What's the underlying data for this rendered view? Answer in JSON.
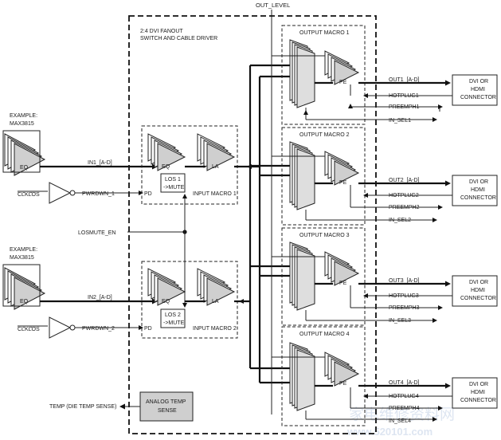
{
  "top": {
    "out_level": "OUT_LEVEL"
  },
  "main_chip": {
    "title_line1": "2:4 DVI FANOUT",
    "title_line2": "SWITCH AND CABLE DRIVER"
  },
  "inputs": [
    {
      "example_line1": "EXAMPLE:",
      "example_line2": "MAX3815",
      "eq": "EQ",
      "clklos": "CLKLOS",
      "signal": "IN1_[A-D]",
      "pwrdown": "PWRDWN_1",
      "pd": "PD",
      "macro_eq": "EQ",
      "macro_la": "LA",
      "los_line1": "LOS 1",
      "los_line2": "->MUTE",
      "macro_label": "INPUT MACRO 1"
    },
    {
      "example_line1": "EXAMPLE:",
      "example_line2": "MAX3815",
      "eq": "EQ",
      "clklos": "CLKLOS",
      "signal": "IN2_[A-D]",
      "pwrdown": "PWRDWN_2",
      "pd": "PD",
      "macro_eq": "EQ",
      "macro_la": "LA",
      "los_line1": "LOS 2",
      "los_line2": "->MUTE",
      "macro_label": "INPUT MACRO 2"
    }
  ],
  "losmute": "LOSMUTE_EN",
  "outputs": [
    {
      "label": "OUTPUT MACRO 1",
      "pe": "PE",
      "out": "OUT1_[A-D]",
      "hotplug": "HOTPLUG1",
      "preemph": "PREEMPH1",
      "in_sel": "IN_SEL1",
      "conn1": "DVI OR",
      "conn2": "HDMI",
      "conn3": "CONNECTOR"
    },
    {
      "label": "OUTPUT MACRO 2",
      "pe": "PE",
      "out": "OUT2_[A-D]",
      "hotplug": "HOTPLUG2",
      "preemph": "PREEMPH2",
      "in_sel": "IN_SEL2",
      "conn1": "DVI OR",
      "conn2": "HDMI",
      "conn3": "CONNECTOR"
    },
    {
      "label": "OUTPUT MACRO 3",
      "pe": "PE",
      "out": "OUT3_[A-D]",
      "hotplug": "HOTPLUG3",
      "preemph": "PREEMPH3",
      "in_sel": "IN_SEL3",
      "conn1": "DVI OR",
      "conn2": "HDMI",
      "conn3": "CONNECTOR"
    },
    {
      "label": "OUTPUT MACRO 4",
      "pe": "PE",
      "out": "OUT4_[A-D]",
      "hotplug": "HOTPLUG4",
      "preemph": "PREEMPH4",
      "in_sel": "IN_SEL4",
      "conn1": "DVI OR",
      "conn2": "HDMI",
      "conn3": "CONNECTOR"
    }
  ],
  "temp": {
    "label": "TEMP (DIE TEMP SENSE)",
    "box_line1": "ANALOG TEMP",
    "box_line2": "SENSE"
  },
  "watermark": {
    "chinese": "家电维修资料网",
    "url": "www.520101.com"
  }
}
